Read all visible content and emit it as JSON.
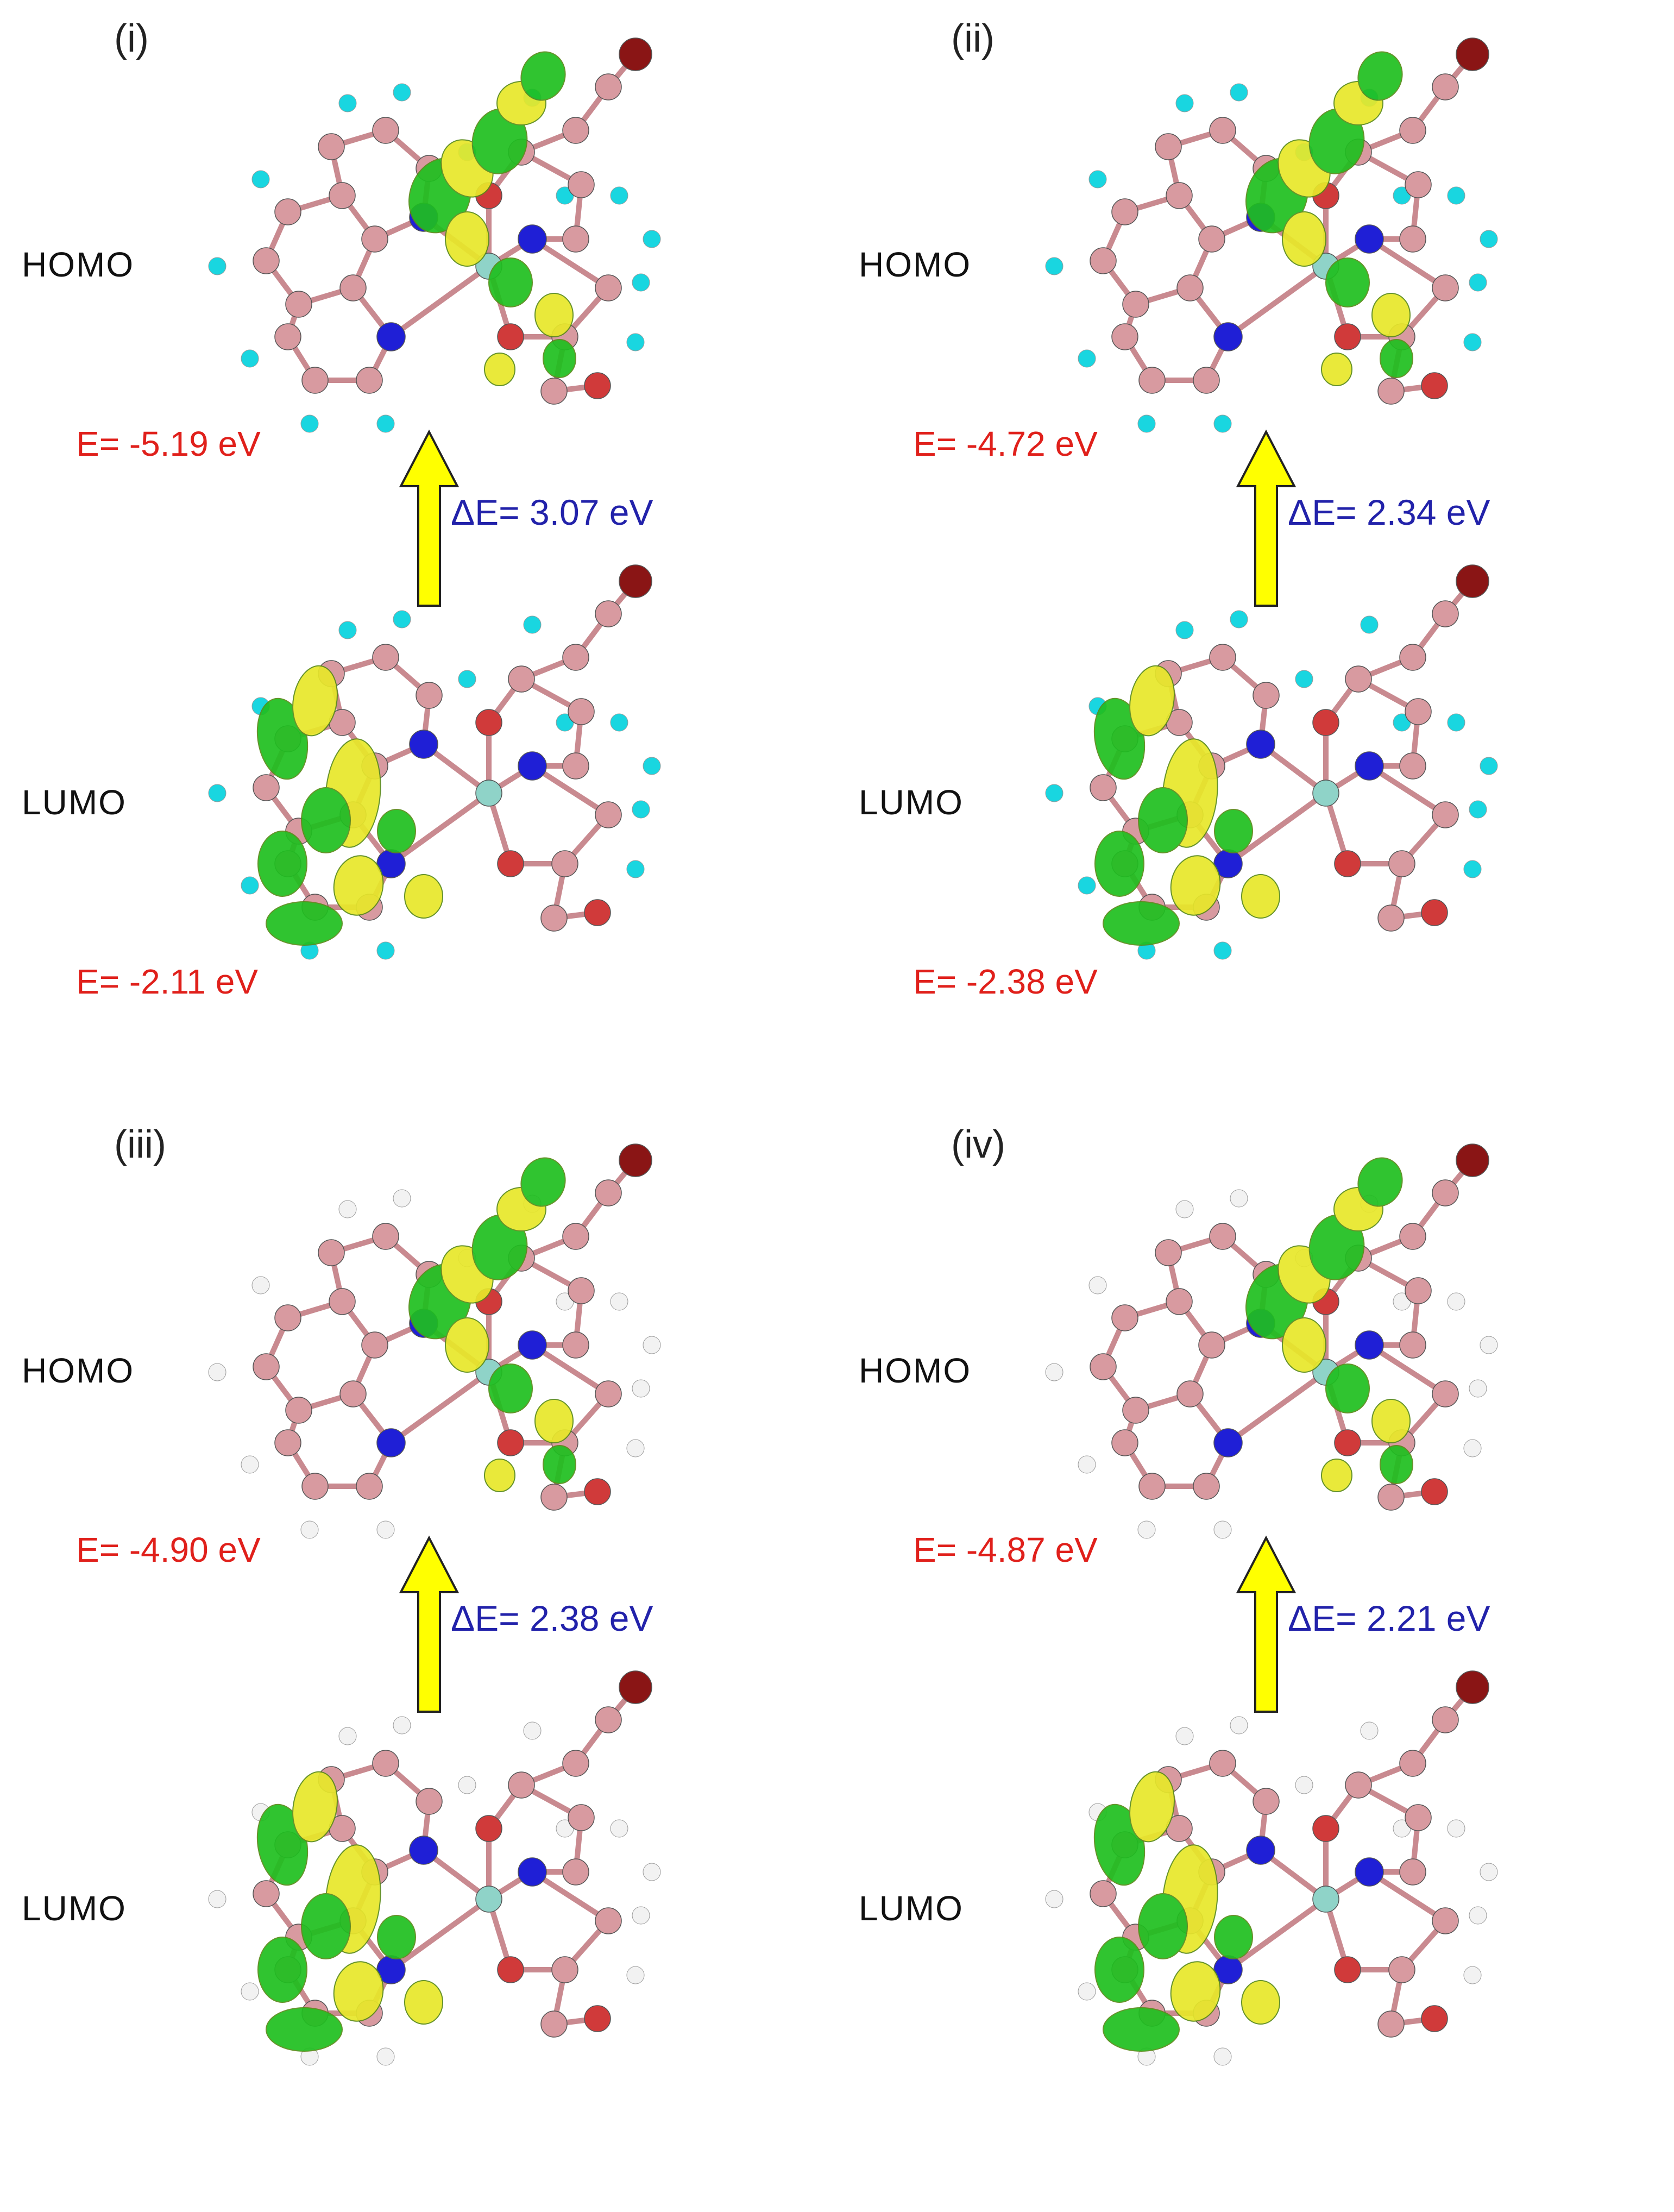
{
  "colors": {
    "energy": "#e0201b",
    "gap": "#2222aa",
    "arrow_fill": "#ffff00",
    "carbon": "#d89aa0",
    "nitrogen": "#1f1fd6",
    "oxygen": "#d03a3a",
    "bromine": "#8a1515",
    "hydrogen_cyan": "#19d6e0",
    "hydrogen_white": "#f2f2f2",
    "lobe_green": "#1fbf1f",
    "lobe_yellow": "#e8e82a"
  },
  "panels": [
    {
      "label": "(i)",
      "homo_label": "HOMO",
      "lumo_label": "LUMO",
      "homo_energy": "E= -5.19 eV",
      "lumo_energy": "E= -2.11 eV",
      "gap": "ΔE= 3.07 eV",
      "hydrogen": "cyan"
    },
    {
      "label": "(ii)",
      "homo_label": "HOMO",
      "lumo_label": "LUMO",
      "homo_energy": "E= -4.72 eV",
      "lumo_energy": "E= -2.38 eV",
      "gap": "ΔE= 2.34 eV",
      "hydrogen": "cyan"
    },
    {
      "label": "(iii)",
      "homo_label": "HOMO",
      "lumo_label": "LUMO",
      "homo_energy": "E= -4.90 eV",
      "lumo_energy": "",
      "gap": "ΔE= 2.38 eV",
      "hydrogen": "white"
    },
    {
      "label": "(iv)",
      "homo_label": "HOMO",
      "lumo_label": "LUMO",
      "homo_energy": "E= -4.87 eV",
      "lumo_energy": "",
      "gap": "ΔE= 2.21 eV",
      "hydrogen": "white"
    }
  ]
}
